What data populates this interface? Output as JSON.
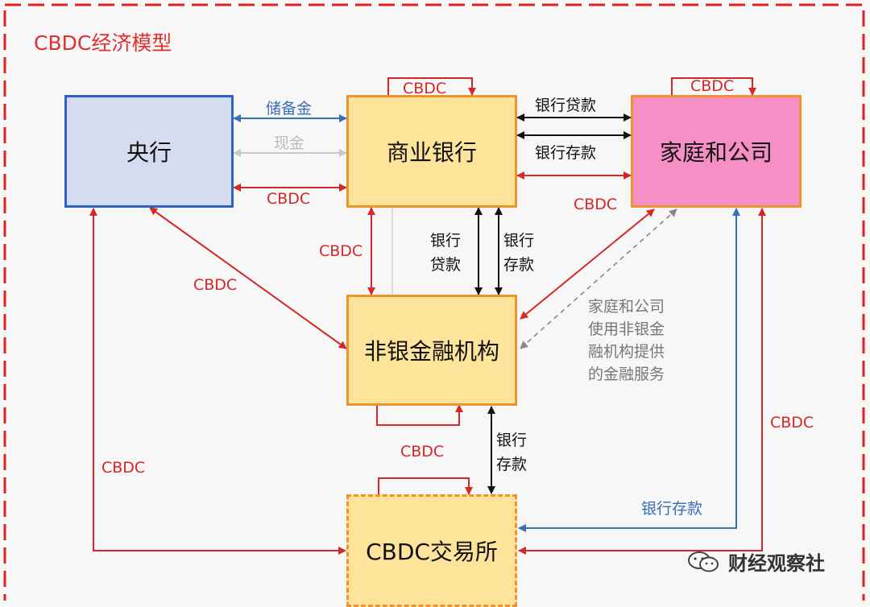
{
  "title": "CBDC经济模型",
  "nodes": {
    "central_bank": "央行",
    "commercial_bank": "商业银行",
    "households": "家庭和公司",
    "nonbank": "非银金融机构",
    "exchange": "CBDC交易所"
  },
  "labels": {
    "reserves": "储备金",
    "cash": "现金",
    "cbdc": "CBDC",
    "bank_loans": "银行贷款",
    "bank_deposits": "银行存款",
    "bank_loans_vertical": "银行\n贷款",
    "bank_deposits_vertical": "银行\n存款",
    "nonbank_note": "家庭和公司\n使用非银金\n融机构提供\n的金融服务"
  },
  "watermark": "财经观察社",
  "colors": {
    "frame": "#e02020",
    "red_arrow": "#d62728",
    "blue_arrow": "#3a6fb5",
    "central_bank_fill": "#d6dcf0",
    "central_bank_border": "#2f63c8",
    "orange_fill": "#fde49a",
    "orange_border": "#f0922e",
    "households_fill": "#f58fc6"
  }
}
